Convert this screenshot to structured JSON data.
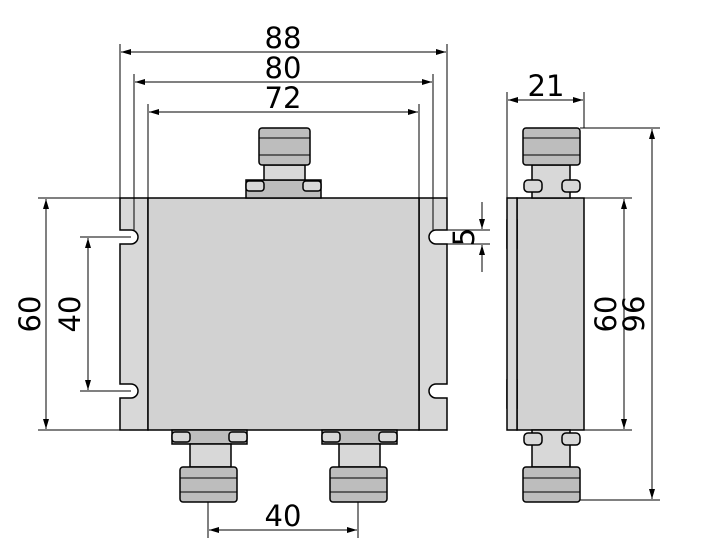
{
  "drawing": {
    "dims": {
      "d88": "88",
      "d80": "80",
      "d72": "72",
      "d21": "21",
      "d5": "5",
      "d60_left": "60",
      "d40_left": "40",
      "d60_right": "60",
      "d96_right": "96",
      "d40_bottom": "40"
    }
  }
}
